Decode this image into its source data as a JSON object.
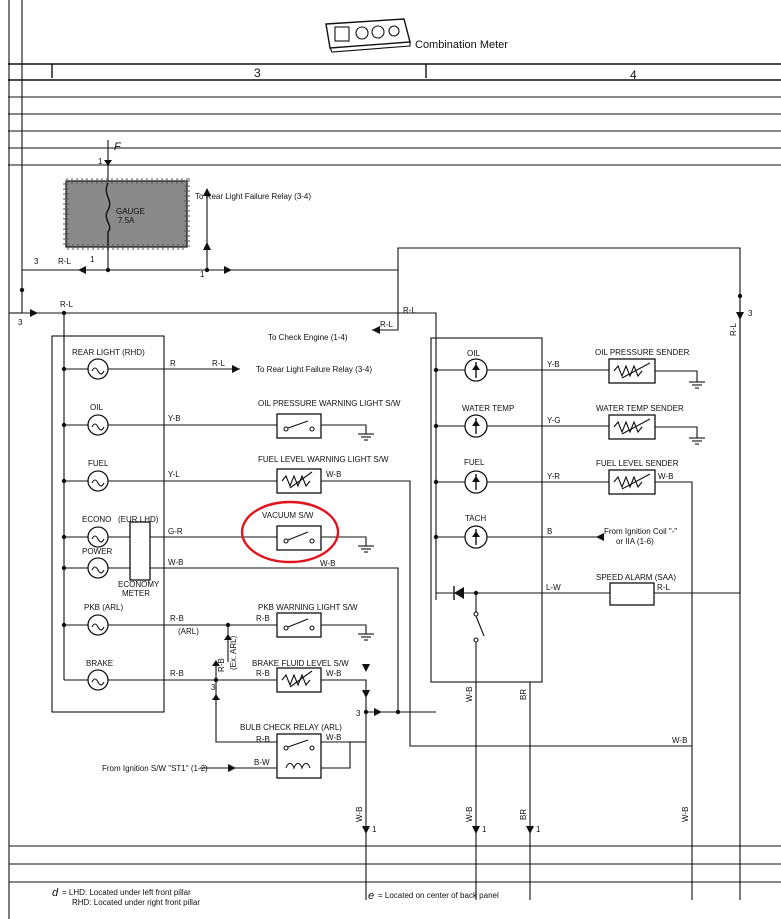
{
  "header": {
    "title": "Combination Meter",
    "column_3": "3",
    "column_4": "4"
  },
  "fuse": {
    "name": "GAUGE",
    "rating": "7.5A",
    "source_letter": "F",
    "pin_top": "1",
    "pin_bottom": "1"
  },
  "refs": {
    "rear_light_failure_top": "To Rear Light Failure Relay (3-4)",
    "rear_light_failure_mid": "To Rear Light Failure Relay (3-4)",
    "check_engine": "To Check Engine (1-4)",
    "ignition_coil": "From Ignition Coil \"-\"",
    "ignition_coil_2": "or IIA (1-6)",
    "ignition_st1": "From Ignition S/W \"ST1\" (1-2)"
  },
  "left_meter": {
    "rear_light": "REAR LIGHT (RHD)",
    "oil": "OIL",
    "fuel": "FUEL",
    "econo": "ECONO",
    "eur_lhd": "(EUR LHD)",
    "power": "POWER",
    "economy_meter": "ECONOMY",
    "economy_meter_2": "METER",
    "pkb": "PKB (ARL)",
    "brake": "BRAKE"
  },
  "switches": {
    "oil_pressure": "OIL PRESSURE WARNING LIGHT S/W",
    "fuel_level": "FUEL LEVEL WARNING LIGHT S/W",
    "vacuum": "VACUUM S/W",
    "pkb_warning": "PKB WARNING LIGHT S/W",
    "brake_fluid": "BRAKE FLUID LEVEL S/W",
    "bulb_check": "BULB CHECK RELAY (ARL)"
  },
  "gauges": {
    "oil": "OIL",
    "water_temp": "WATER TEMP",
    "fuel": "FUEL",
    "tach": "TACH"
  },
  "senders": {
    "oil_pressure": "OIL PRESSURE SENDER",
    "water_temp": "WATER TEMP SENDER",
    "fuel_level": "FUEL LEVEL SENDER",
    "speed_alarm": "SPEED ALARM (SAA)"
  },
  "wire_colors": {
    "rl": "R-L",
    "r": "R",
    "yb": "Y-B",
    "yl": "Y-L",
    "gr": "G-R",
    "wb": "W-B",
    "rb": "R-B",
    "arl": "(ARL)",
    "ex_arl": "(Ex. ARL)",
    "bw": "B-W",
    "yg": "Y-G",
    "yr": "Y-R",
    "b": "B",
    "lw": "L-W",
    "br": "BR"
  },
  "pins": {
    "p3": "3",
    "p1": "1"
  },
  "footer": {
    "d_mark": "d",
    "d_lhd": "= LHD: Located under left front pillar",
    "d_rhd": "RHD: Located under right front pillar",
    "e_mark": "e",
    "e_note": "= Located on center of back panel"
  },
  "highlight": {
    "color": "#e0141e"
  }
}
